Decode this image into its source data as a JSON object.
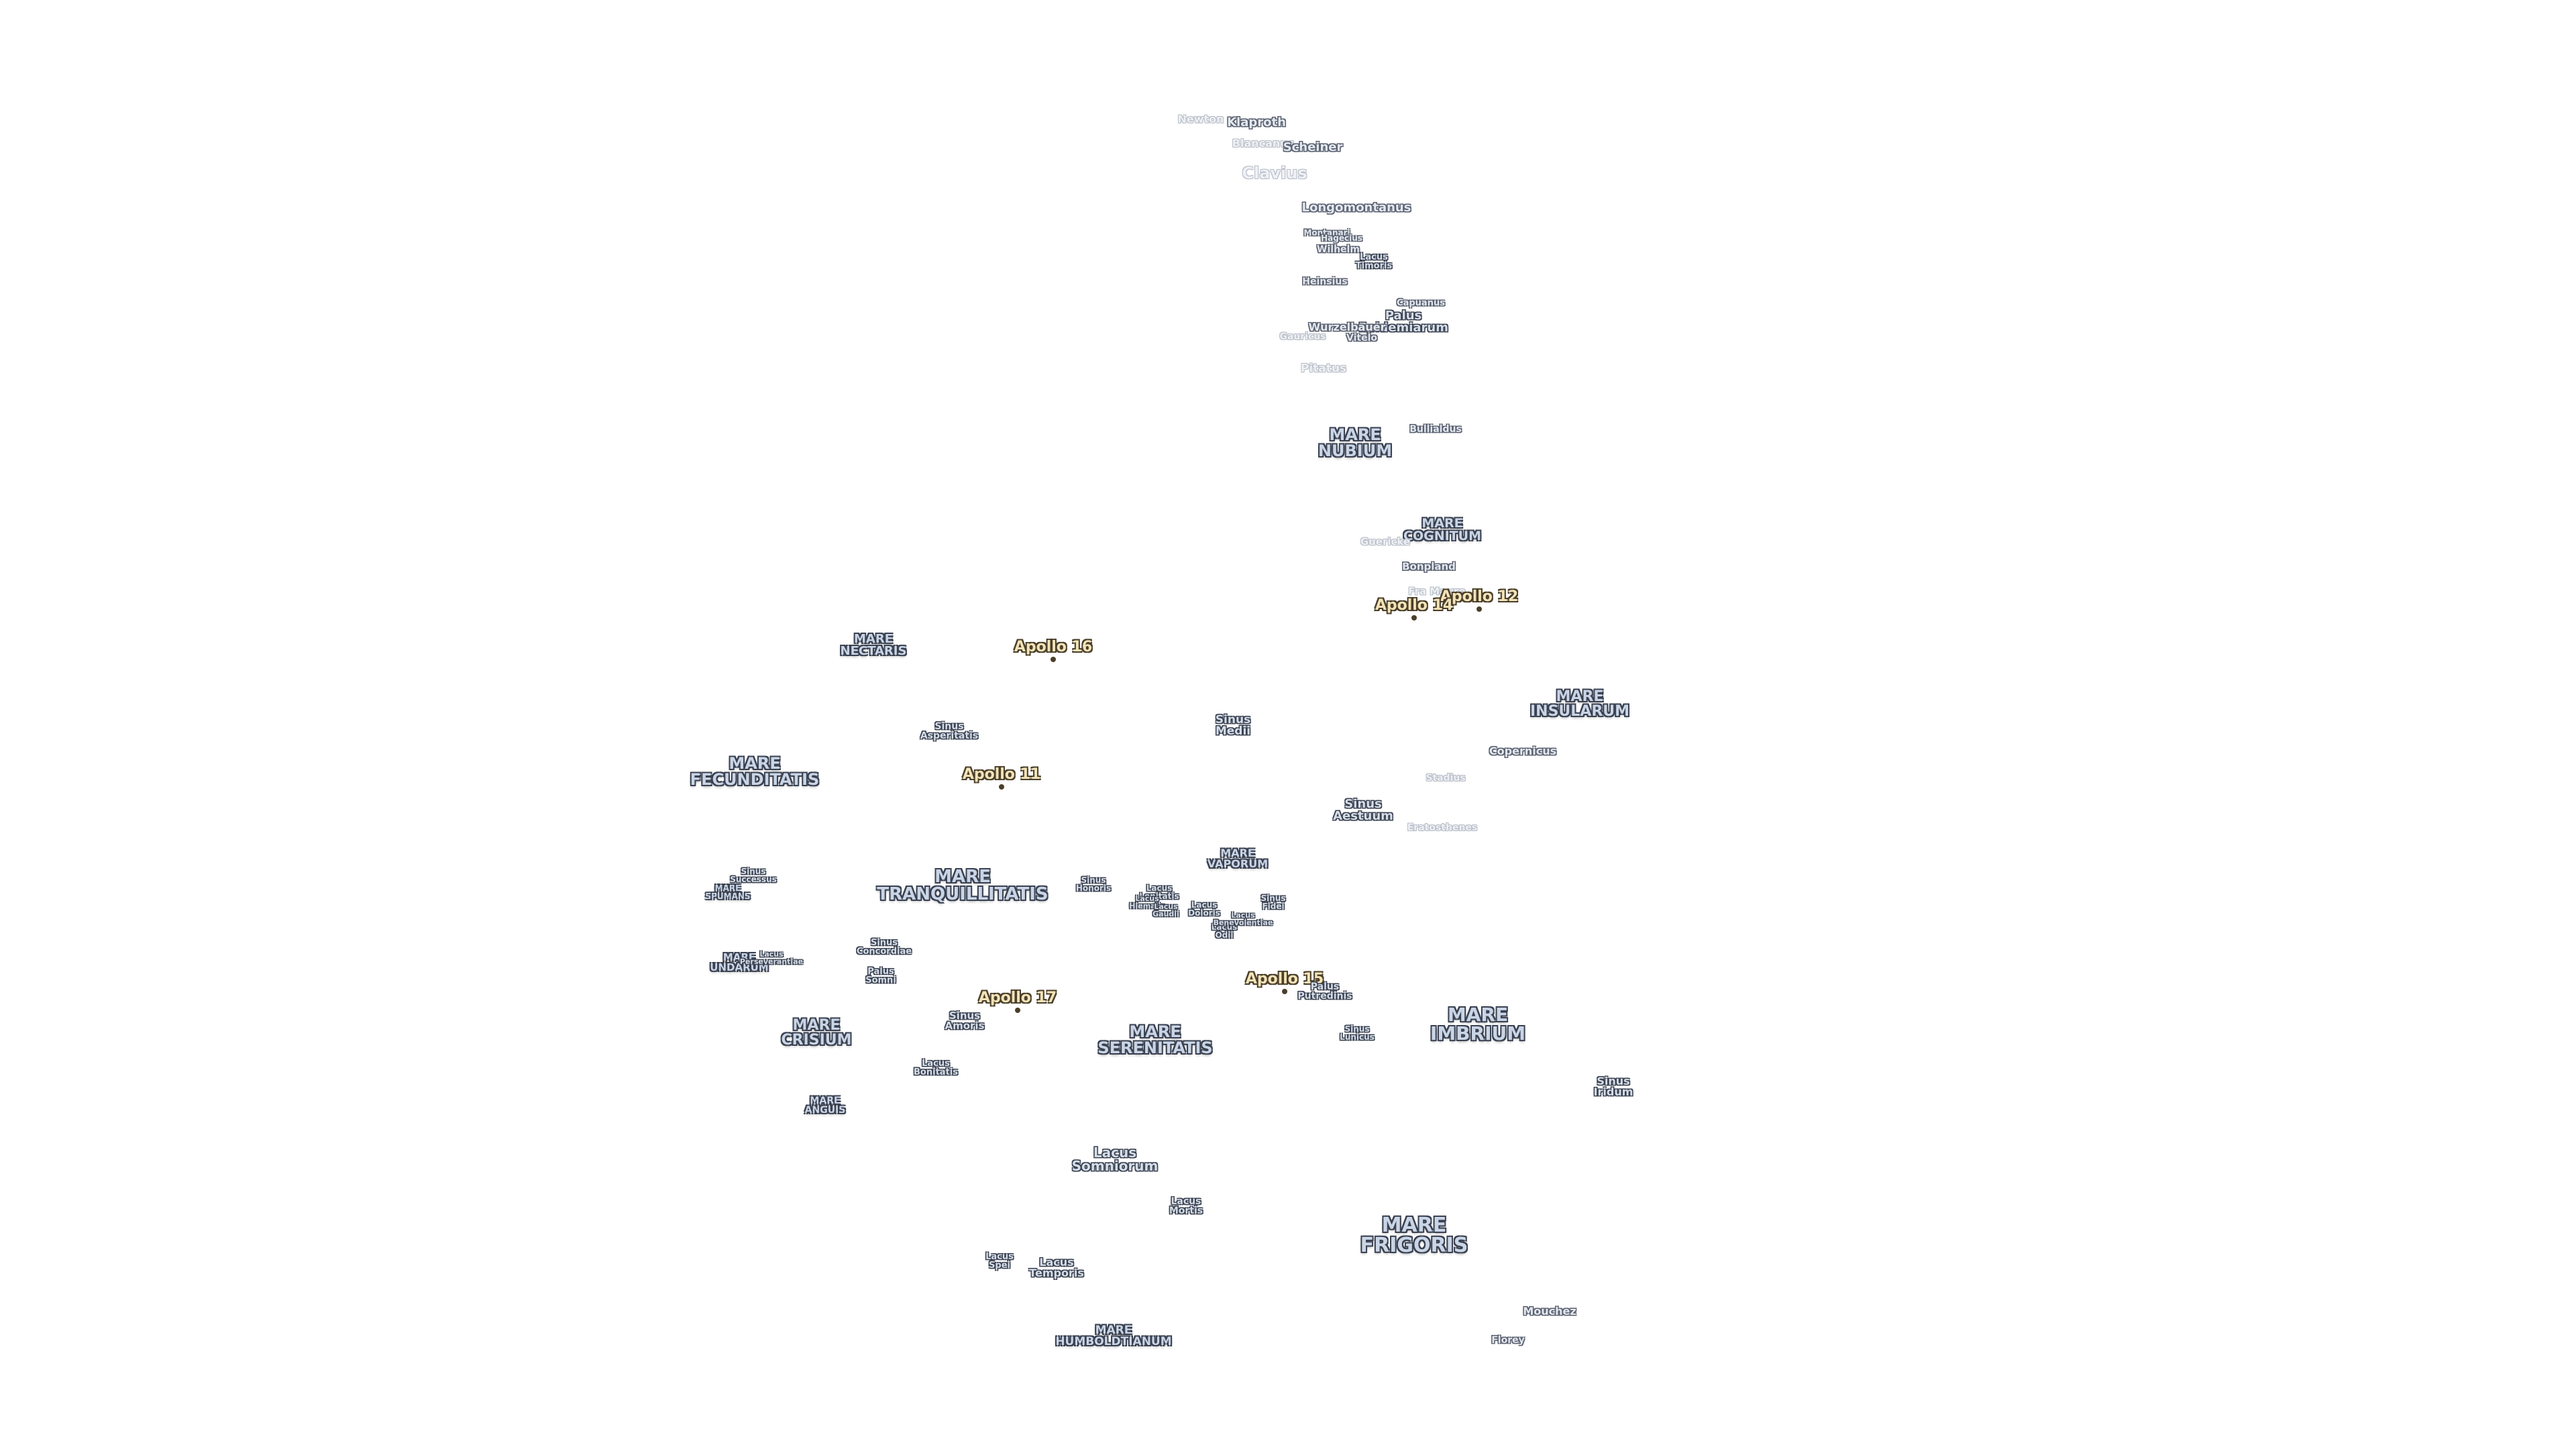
{
  "labels": [
    {
      "text": "Newton",
      "kind": "crater-faint",
      "size": 16
    },
    {
      "text": "Klaproth",
      "kind": "crater",
      "size": 18
    },
    {
      "text": "Blancanus",
      "kind": "crater-faint",
      "size": 16
    },
    {
      "text": "Scheiner",
      "kind": "crater",
      "size": 18
    },
    {
      "text": "Clavius",
      "kind": "crater-faint",
      "size": 24
    },
    {
      "text": "Longomontanus",
      "kind": "crater",
      "size": 18
    },
    {
      "text": "Montanari",
      "kind": "crater",
      "size": 12
    },
    {
      "text": "Hagecius",
      "kind": "crater",
      "size": 12
    },
    {
      "text": "Wilhelm",
      "kind": "crater",
      "size": 14
    },
    {
      "text": "Lacus\nTimoris",
      "kind": "feature",
      "size": 13
    },
    {
      "text": "Heinsius",
      "kind": "crater",
      "size": 14
    },
    {
      "text": "Capuanus",
      "kind": "crater",
      "size": 13
    },
    {
      "text": "Palus\nEpidemiarum",
      "kind": "feature",
      "size": 18
    },
    {
      "text": "Wurzelbauer",
      "kind": "crater",
      "size": 16
    },
    {
      "text": "Vitelo",
      "kind": "crater",
      "size": 14
    },
    {
      "text": "Gauricus",
      "kind": "crater-faint",
      "size": 14
    },
    {
      "text": "Pitatus",
      "kind": "crater-faint",
      "size": 17
    },
    {
      "text": "MARE\nNUBIUM",
      "kind": "mare",
      "size": 24
    },
    {
      "text": "Bullialdus",
      "kind": "crater",
      "size": 14
    },
    {
      "text": "MARE\nCOGNITUM",
      "kind": "mare",
      "size": 19
    },
    {
      "text": "Guericke",
      "kind": "crater-faint",
      "size": 15
    },
    {
      "text": "Bonpland",
      "kind": "crater",
      "size": 15
    },
    {
      "text": "Fra Mauro",
      "kind": "crater-faint",
      "size": 15
    },
    {
      "text": "Apollo 12",
      "kind": "apollo",
      "size": 22
    },
    {
      "text": "Apollo 14",
      "kind": "apollo",
      "size": 22
    },
    {
      "text": "Apollo 16",
      "kind": "apollo",
      "size": 22
    },
    {
      "text": "MARE\nNECTARIS",
      "kind": "mare",
      "size": 18
    },
    {
      "text": "MARE\nINSULARUM",
      "kind": "mare",
      "size": 22
    },
    {
      "text": "Sinus\nMedii",
      "kind": "feature",
      "size": 17
    },
    {
      "text": "Sinus\nAsperitatis",
      "kind": "feature",
      "size": 14
    },
    {
      "text": "Copernicus",
      "kind": "crater",
      "size": 16
    },
    {
      "text": "MARE\nFECUNDITATIS",
      "kind": "mare",
      "size": 24
    },
    {
      "text": "Apollo 11",
      "kind": "apollo",
      "size": 22
    },
    {
      "text": "Stadius",
      "kind": "crater-faint",
      "size": 14
    },
    {
      "text": "Sinus\nAestuum",
      "kind": "feature",
      "size": 18
    },
    {
      "text": "Eratosthenes",
      "kind": "crater-faint",
      "size": 14
    },
    {
      "text": "MARE\nVAPORUM",
      "kind": "mare",
      "size": 16
    },
    {
      "text": "Sinus\nSuccessus",
      "kind": "feature",
      "size": 12
    },
    {
      "text": "MARE\nSPUMANS",
      "kind": "mare",
      "size": 12
    },
    {
      "text": "MARE\nTRANQUILLITATIS",
      "kind": "mare",
      "size": 26
    },
    {
      "text": "Sinus\nHonoris",
      "kind": "feature",
      "size": 12
    },
    {
      "text": "Lacus\nLenitatis",
      "kind": "feature",
      "size": 12
    },
    {
      "text": "Lacus\nHiemalis",
      "kind": "feature",
      "size": 11
    },
    {
      "text": "Lacus\nGaudii",
      "kind": "feature",
      "size": 11
    },
    {
      "text": "Lacus\nDoloris",
      "kind": "feature",
      "size": 12
    },
    {
      "text": "Sinus\nFidei",
      "kind": "feature",
      "size": 12
    },
    {
      "text": "Lacus\nOdii",
      "kind": "feature",
      "size": 12
    },
    {
      "text": "Lacus\nBenevolentiae",
      "kind": "feature",
      "size": 11
    },
    {
      "text": "Sinus\nConcordiae",
      "kind": "feature",
      "size": 13
    },
    {
      "text": "MARE\nUNDARUM",
      "kind": "mare",
      "size": 15
    },
    {
      "text": "Lacus\nPerseverantiae",
      "kind": "feature",
      "size": 11
    },
    {
      "text": "Palus\nSomni",
      "kind": "feature",
      "size": 13
    },
    {
      "text": "Apollo 15",
      "kind": "apollo",
      "size": 22
    },
    {
      "text": "Palus\nPutredinis",
      "kind": "feature",
      "size": 14
    },
    {
      "text": "Apollo 17",
      "kind": "apollo",
      "size": 22
    },
    {
      "text": "Sinus\nAmoris",
      "kind": "feature",
      "size": 15
    },
    {
      "text": "MARE\nCRISIUM",
      "kind": "mare",
      "size": 22
    },
    {
      "text": "MARE\nSERENITATIS",
      "kind": "mare",
      "size": 24
    },
    {
      "text": "MARE\nIMBRIUM",
      "kind": "mare",
      "size": 28
    },
    {
      "text": "Sinus\nLunicus",
      "kind": "feature",
      "size": 12
    },
    {
      "text": "Lacus\nBonitatis",
      "kind": "feature",
      "size": 13
    },
    {
      "text": "Sinus\nIridum",
      "kind": "feature",
      "size": 16
    },
    {
      "text": "MARE\nANGUIS",
      "kind": "mare",
      "size": 14
    },
    {
      "text": "Lacus\nSomniorum",
      "kind": "feature",
      "size": 20
    },
    {
      "text": "Lacus\nMortis",
      "kind": "feature",
      "size": 14
    },
    {
      "text": "MARE\nFRIGORIS",
      "kind": "mare",
      "size": 30
    },
    {
      "text": "Lacus\nSpei",
      "kind": "feature",
      "size": 13
    },
    {
      "text": "Lacus\nTemporis",
      "kind": "feature",
      "size": 16
    },
    {
      "text": "Mouchez",
      "kind": "crater",
      "size": 16
    },
    {
      "text": "MARE\nHUMBOLDTIANUM",
      "kind": "mare",
      "size": 17
    },
    {
      "text": "Florey",
      "kind": "crater",
      "size": 14
    }
  ]
}
